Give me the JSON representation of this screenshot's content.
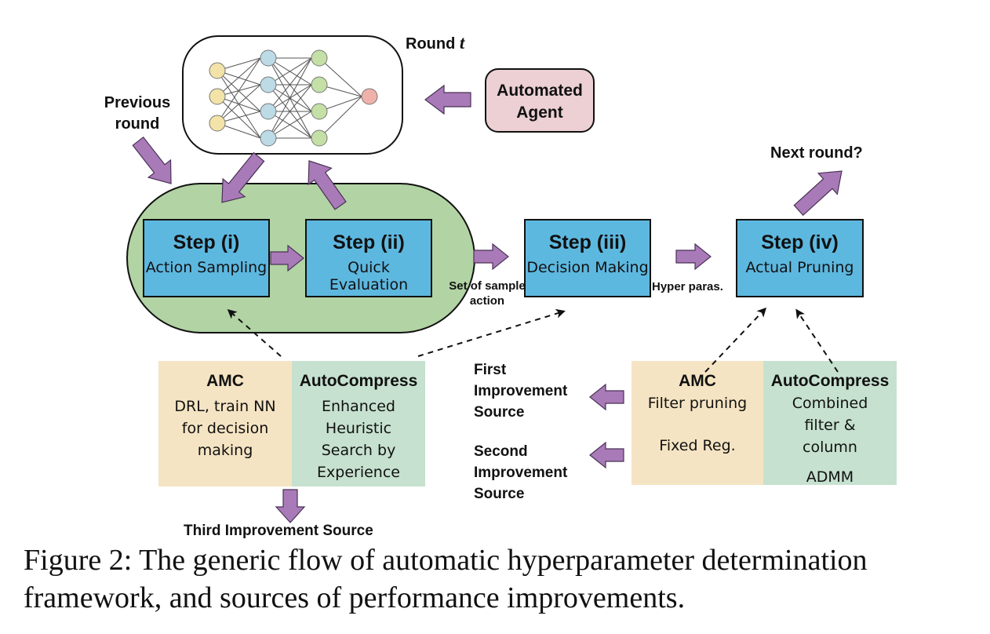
{
  "round_label": "Round t",
  "agent_label": "Automated Agent",
  "previous_round_label": "Previous round",
  "next_round_label": "Next round?",
  "steps": [
    {
      "title": "Step (i)",
      "subtitle": "Action Sampling"
    },
    {
      "title": "Step (ii)",
      "subtitle": "Quick Evaluation"
    },
    {
      "title": "Step (iii)",
      "subtitle": "Decision Making"
    },
    {
      "title": "Step (iv)",
      "subtitle": "Actual Pruning"
    }
  ],
  "set_of_sample_action_label": "Set of sample action",
  "hyper_paras_label": "Hyper paras.",
  "left_panel": {
    "amc_title": "AMC",
    "amc_text": "DRL, train NN for decision making",
    "auto_title": "AutoCompress",
    "auto_text": "Enhanced Heuristic Search by Experience"
  },
  "right_panel": {
    "amc_title": "AMC",
    "amc_text1": "Filter pruning",
    "amc_text2": "Fixed Reg.",
    "auto_title": "AutoCompress",
    "auto_text1": "Combined filter & column",
    "auto_text2": "ADMM"
  },
  "first_improvement_label": "First Improvement Source",
  "second_improvement_label": "Second Improvement Source",
  "third_improvement_label": "Third Improvement Source",
  "caption": "Figure 2: The generic flow of automatic hyperparameter determination framework, and sources of performance improvements.",
  "colors": {
    "arrow_purple": "#a97ab8",
    "step_blue": "#5db8e0",
    "green_region": "#b2d3a4",
    "agent_pink": "#ecd0d3",
    "amc_tan": "#f5e4c3",
    "auto_green": "#c6e1cf"
  }
}
